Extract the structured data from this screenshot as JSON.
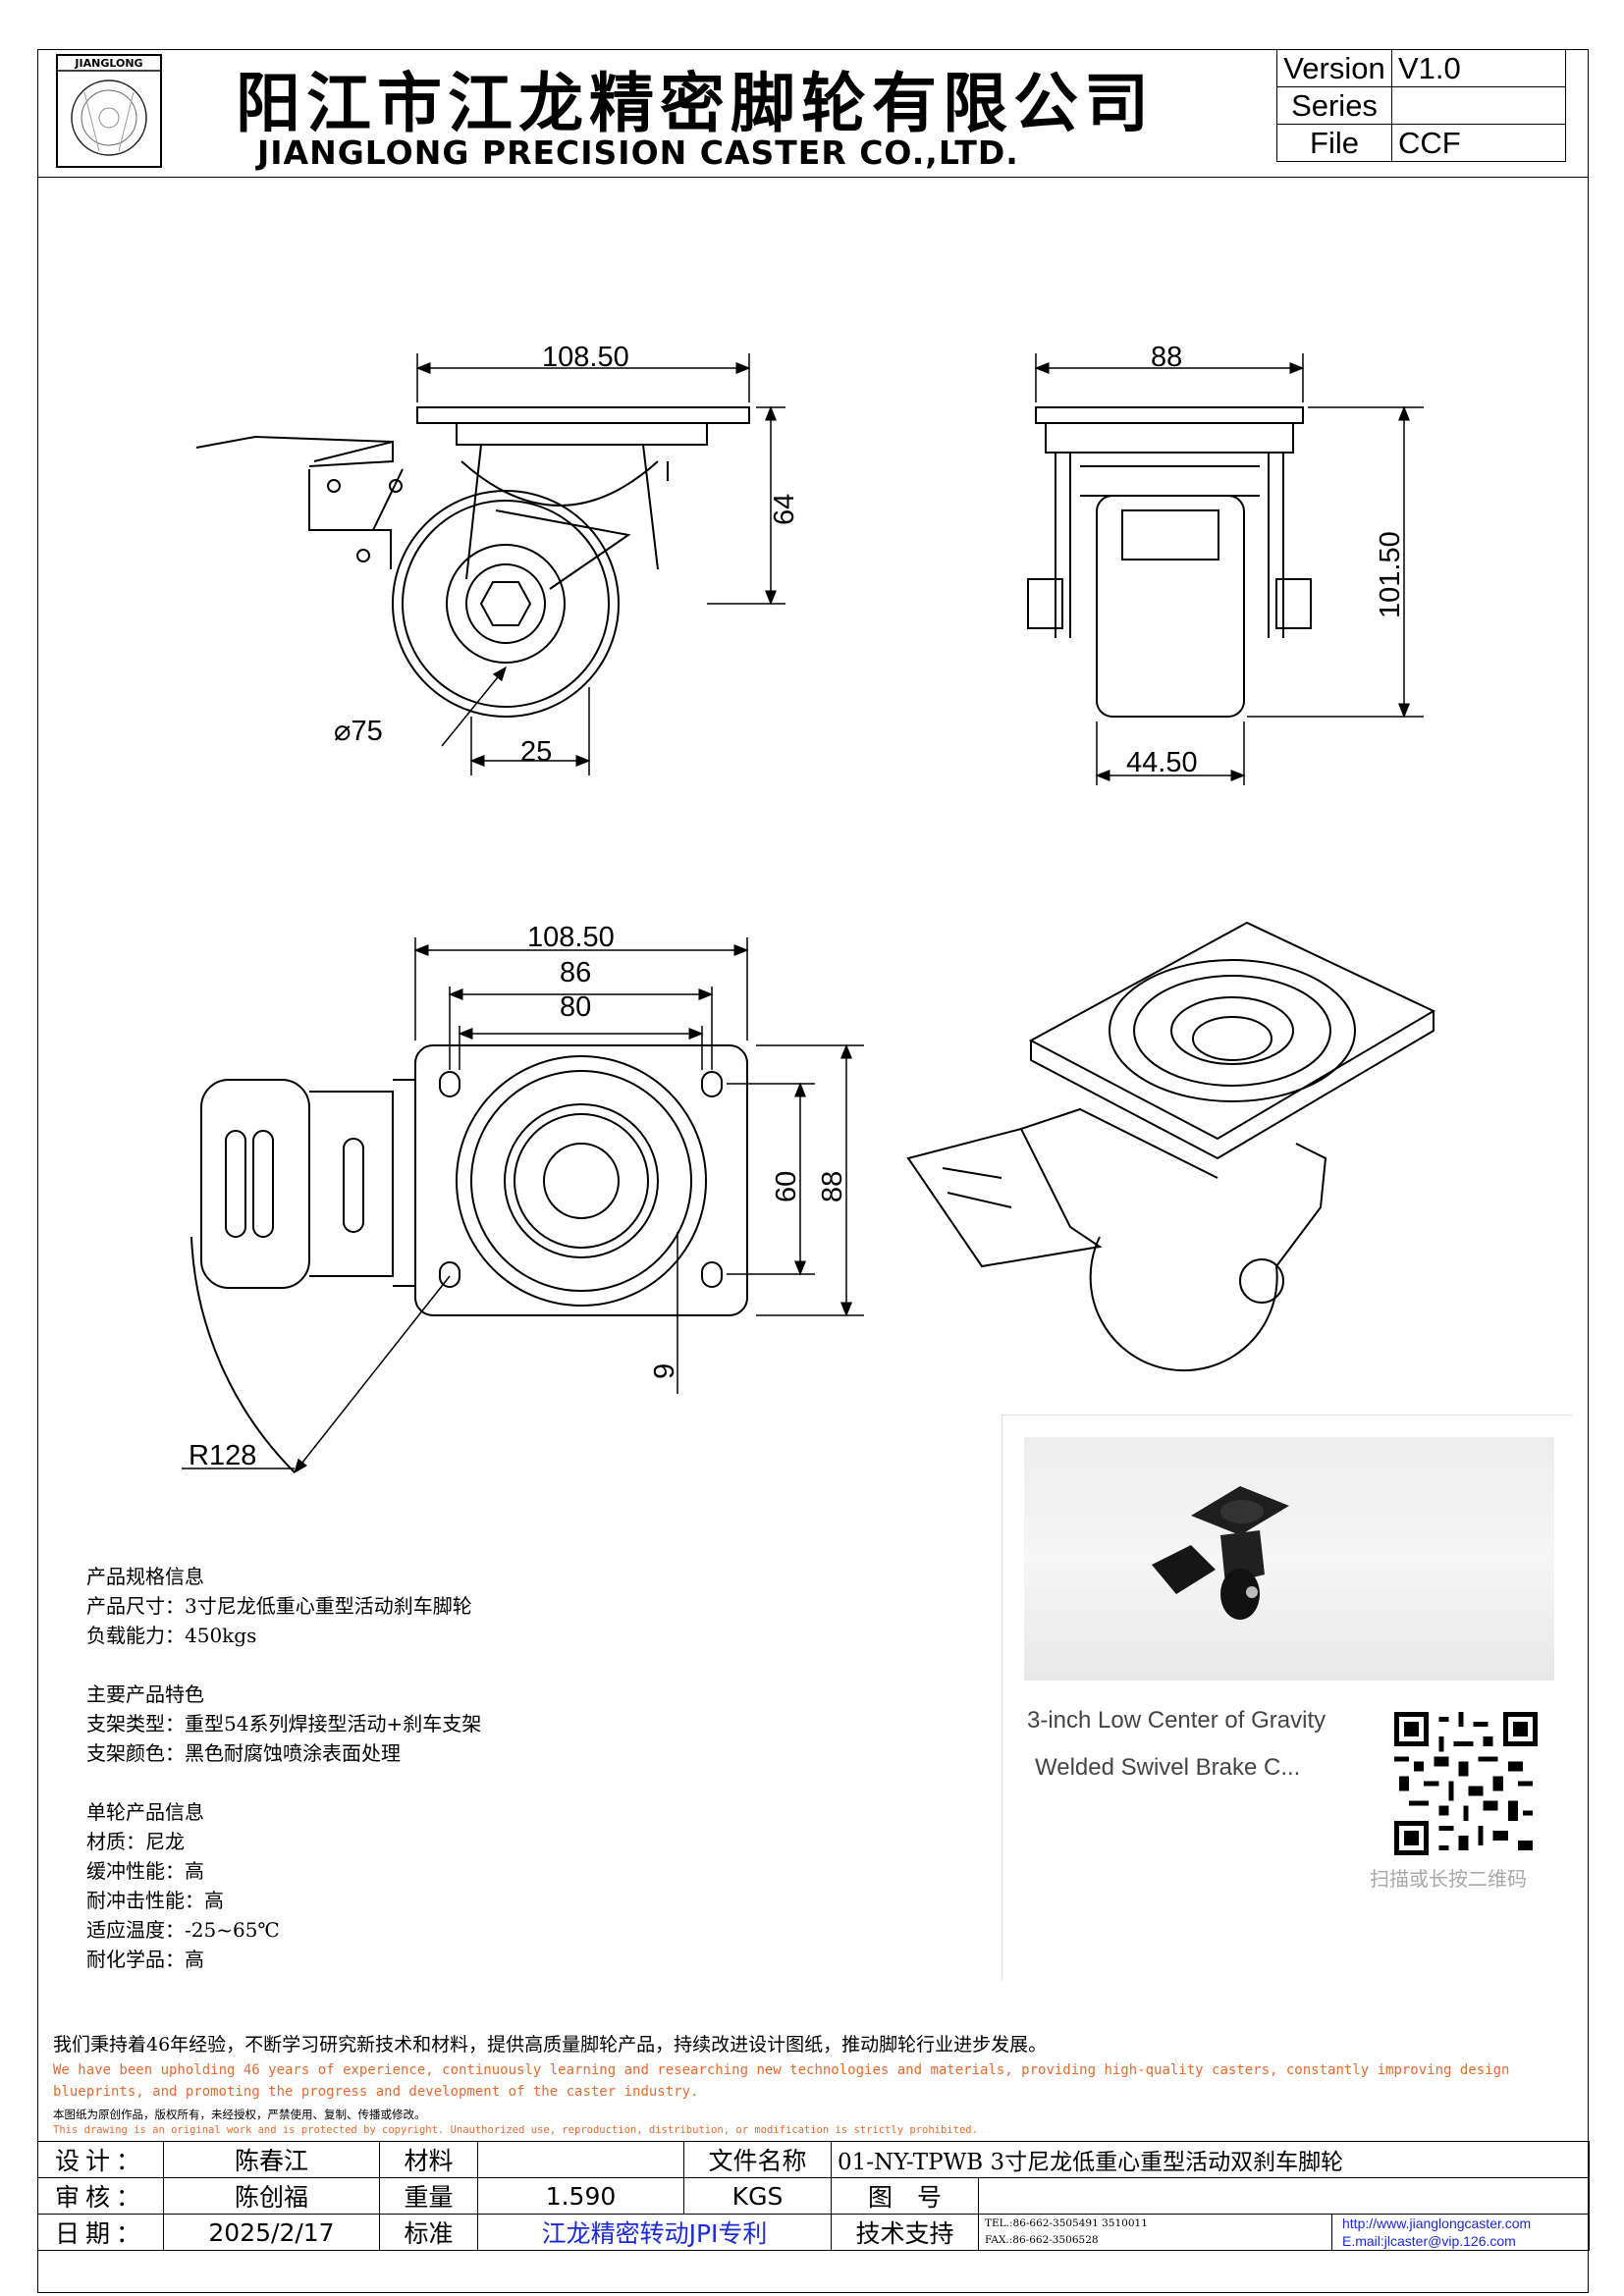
{
  "header": {
    "logo_text": "JIANGLONG",
    "title_cn": "阳江市江龙精密脚轮有限公司",
    "title_en": "JIANGLONG PRECISION CASTER CO.,LTD.",
    "version_table": [
      {
        "key": "Version",
        "value": "V1.0"
      },
      {
        "key": "Series",
        "value": ""
      },
      {
        "key": "File",
        "value": "CCF"
      }
    ]
  },
  "dimensions": {
    "side_width": "108.50",
    "side_height": "64",
    "wheel_dia": "⌀75",
    "offset": "25",
    "front_width": "88",
    "front_height": "101.50",
    "wheel_width": "44.50",
    "top_width": "108.50",
    "top_hole_outer": "86",
    "top_hole_inner": "80",
    "top_hole_v_inner": "60",
    "top_hole_v_outer": "88",
    "hole_dia": "9",
    "swivel_radius": "R128"
  },
  "spec": {
    "blocks": [
      [
        "产品规格信息",
        "产品尺寸：3寸尼龙低重心重型活动刹车脚轮",
        "负载能力：450kgs"
      ],
      [
        "主要产品特色",
        "支架类型：重型54系列焊接型活动+刹车支架",
        "支架颜色：黑色耐腐蚀喷涂表面处理"
      ],
      [
        "单轮产品信息",
        "材质：尼龙",
        "缓冲性能：高",
        "耐冲击性能：高",
        "适应温度：-25~65℃",
        "耐化学品：高"
      ]
    ]
  },
  "photo": {
    "caption1": "3-inch Low Center of Gravity",
    "caption2": "Welded Swivel Brake C...",
    "qr_hint": "扫描或长按二维码"
  },
  "notice": {
    "line_cn": "我们秉持着46年经验，不断学习研究新技术和材料，提供高质量脚轮产品，持续改进设计图纸，推动脚轮行业进步发展。",
    "line_en": "We have been upholding 46 years of experience, continuously learning and researching new technologies and materials, providing high-quality casters, constantly improving design blueprints, and promoting the progress and development of the caster industry.",
    "copyright_cn": "本图纸为原创作品，版权所有，未经授权，严禁使用、复制、传播或修改。",
    "copyright_en": "This drawing is an original work and is protected by copyright. Unauthorized use, reproduction, distribution, or modification is strictly prohibited."
  },
  "title_block": {
    "design_label": "设计：",
    "designer": "陈春江",
    "material_label": "材料",
    "material": "",
    "filename_label": "文件名称",
    "filename": "01-NY-TPWB 3寸尼龙低重心重型活动双刹车脚轮",
    "review_label": "审核：",
    "reviewer": "陈创福",
    "weight_label": "重量",
    "weight": "1.590",
    "weight_unit": "KGS",
    "drawing_no_label": "图　号",
    "drawing_no": "",
    "date_label": "日期：",
    "date": "2025/2/17",
    "standard_label": "标准",
    "standard": "江龙精密转动JPI专利",
    "support_label": "技术支持",
    "tel": "TEL.:86-662-3505491 3510011",
    "fax": "FAX.:86-662-3506528",
    "web": "http://www.jianglongcaster.com",
    "email": "E.mail:jlcaster@vip.126.com"
  }
}
